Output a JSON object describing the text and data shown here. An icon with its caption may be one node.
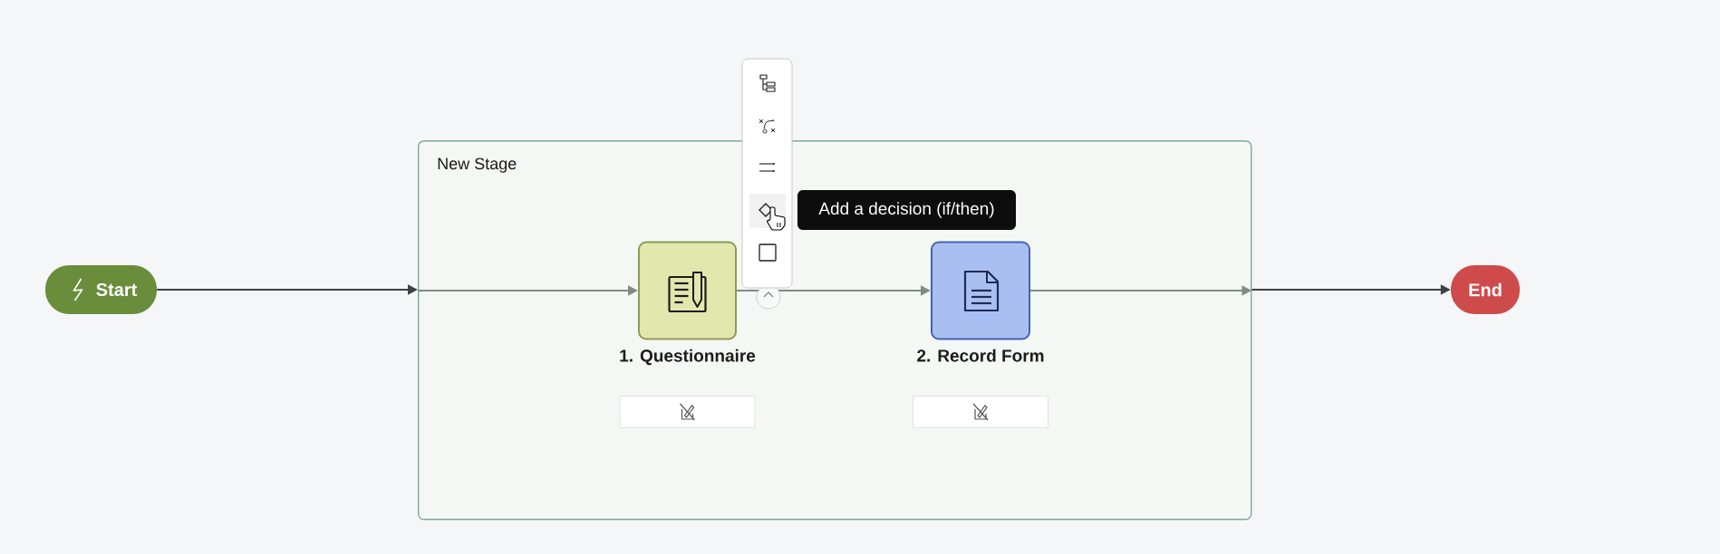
{
  "diagram": {
    "nodes": [
      {
        "text": [
          "Start"
        ]
      },
      {
        "text": [
          "New Stage"
        ]
      },
      {
        "text": [
          "1. Questionnaire"
        ],
        "in": 1
      },
      {
        "text": [
          "2. Record Form"
        ],
        "in": 1
      },
      {
        "text": [
          "End"
        ]
      }
    ],
    "edges": [
      {
        "from": 0,
        "to": 1,
        "arrow": "to",
        "color": "#3d4045"
      },
      {
        "from": 1,
        "to": 2,
        "arrow": "to"
      },
      {
        "from": 2,
        "to": 3,
        "arrow": "to"
      },
      {
        "from": 3,
        "to": 1,
        "arrow": "to"
      },
      {
        "from": 1,
        "to": 4,
        "arrow": "to",
        "color": "#3d4045"
      }
    ],
    "labels": [
      "Add a decision (if/then)"
    ]
  }
}
